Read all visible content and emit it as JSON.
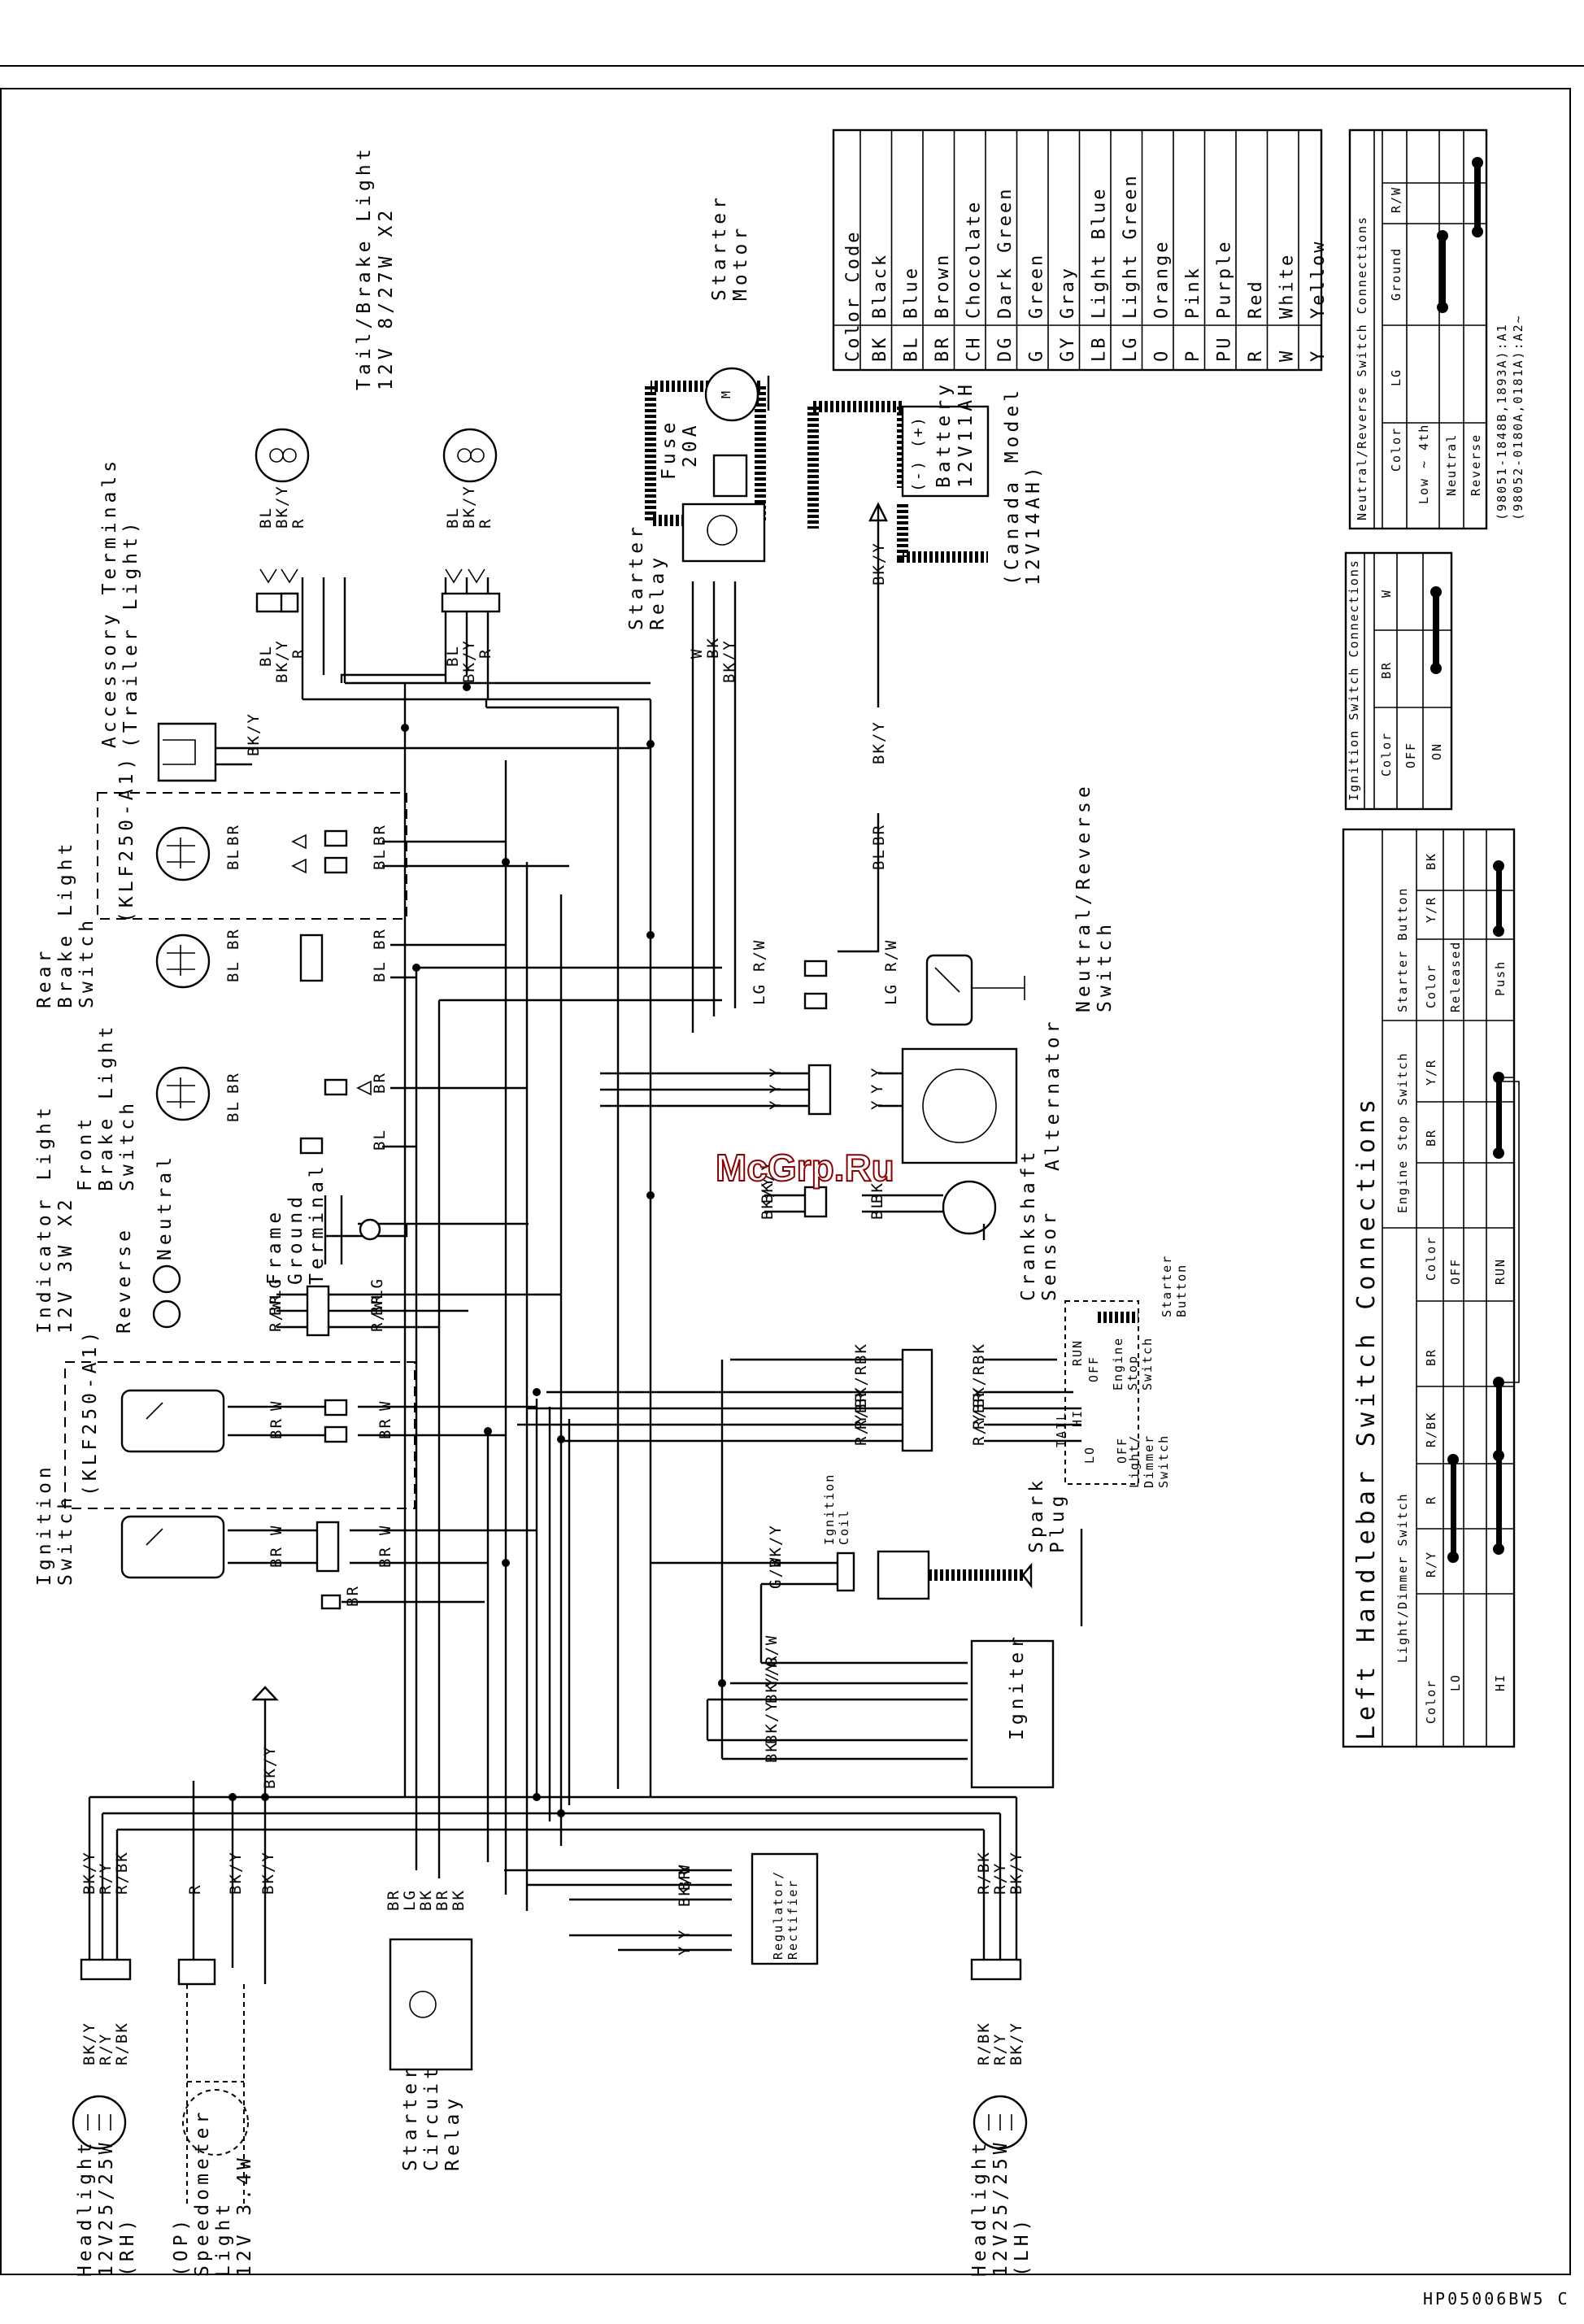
{
  "watermark": "McGrp.Ru",
  "figure_code": "HP05006BW5 C",
  "components": {
    "tail_brake_light": [
      "Tail/Brake Light",
      "12V 8/27W X2"
    ],
    "accessory_terminals": [
      "Accessory Terminals",
      "(Trailer Light)"
    ],
    "starter_relay": [
      "Starter",
      "Relay"
    ],
    "starter_motor": [
      "Starter",
      "Motor"
    ],
    "fuse": [
      "Fuse",
      "20A"
    ],
    "battery": [
      "(-)    (+)",
      "Battery",
      "12V11AH"
    ],
    "canada_model": [
      "(Canada Model",
      "12V14AH)"
    ],
    "klf_a1": "(KLF250-A1)",
    "rear_brake_light_switch": [
      "Rear",
      "Brake Light",
      "Switch"
    ],
    "front_brake_light_switch": [
      "Front",
      "Brake Light",
      "Switch"
    ],
    "indicator_light": [
      "Indicator Light",
      "12V 3W X2"
    ],
    "reverse": "Reverse",
    "neutral": "Neutral",
    "frame_ground_terminal": [
      "Frame",
      "Ground",
      "Terminal"
    ],
    "ignition_switch": [
      "Ignition",
      "Switch"
    ],
    "neutral_reverse_switch": [
      "Neutral/Reverse",
      "Switch"
    ],
    "alternator": "Alternator",
    "crankshaft_sensor": [
      "Crankshaft",
      "Sensor"
    ],
    "starter_button": [
      "Starter",
      "Button"
    ],
    "engine_stop_switch": [
      "Engine",
      "Stop",
      "Switch"
    ],
    "light_dimmer_switch": [
      "Light/",
      "Dimmer",
      "Switch"
    ],
    "ignition_coil": [
      "Ignition",
      "Coil"
    ],
    "spark_plug": [
      "Spark",
      "Plug"
    ],
    "igniter": "Igniter",
    "regulator_rectifier": [
      "Regulator/",
      "Rectifier"
    ],
    "starter_circuit_relay": [
      "Starter",
      "Circuit",
      "Relay"
    ],
    "headlight_rh": [
      "Headlight",
      "12V25/25W",
      "(RH)"
    ],
    "headlight_lh": [
      "Headlight",
      "12V25/25W",
      "(LH)"
    ],
    "speedometer_light": [
      "(OP)",
      "Speedometer",
      "Light",
      "12V 3.4W"
    ],
    "run": "RUN",
    "off": "OFF",
    "hi": "HI",
    "lo": "LO",
    "tail": "TAIL",
    "mplus": "M"
  },
  "wire_codes": {
    "BL": "BL",
    "BKY": "BK/Y",
    "R": "R",
    "W": "W",
    "BK": "BK",
    "BR": "BR",
    "RW": "R/W",
    "LG": "LG",
    "Y": "Y",
    "YR": "Y/R",
    "RBK": "R/BK",
    "RY": "R/Y",
    "GW": "G/W"
  },
  "color_code_table": {
    "title": "Color Code",
    "rows": [
      [
        "BK",
        "Black"
      ],
      [
        "BL",
        "Blue"
      ],
      [
        "BR",
        "Brown"
      ],
      [
        "CH",
        "Chocolate"
      ],
      [
        "DG",
        "Dark Green"
      ],
      [
        "G",
        "Green"
      ],
      [
        "GY",
        "Gray"
      ],
      [
        "LB",
        "Light Blue"
      ],
      [
        "LG",
        "Light Green"
      ],
      [
        "O",
        "Orange"
      ],
      [
        "P",
        "Pink"
      ],
      [
        "PU",
        "Purple"
      ],
      [
        "R",
        "Red"
      ],
      [
        "W",
        "White"
      ],
      [
        "Y",
        "Yellow"
      ]
    ]
  },
  "neutral_reverse_table": {
    "title": "Neutral/Reverse Switch Connections",
    "headers": [
      "Color",
      "LG",
      "Ground",
      "R/W"
    ],
    "rows": [
      "Low ~ 4th",
      "Neutral",
      "Reverse"
    ],
    "notes": [
      "(98051-1848B,1893A):A1",
      "(98052-0180A,0181A):A2~"
    ]
  },
  "ignition_table": {
    "title": "Ignition Switch Connections",
    "headers": [
      "Color",
      "BR",
      "W"
    ],
    "rows": [
      "OFF",
      "ON"
    ]
  },
  "left_handlebar_table": {
    "title": "Left Handlebar Switch Connections",
    "light_dimmer": {
      "title": "Light/Dimmer Switch",
      "headers": [
        "Color",
        "R/Y",
        "R",
        "R/BK",
        "BR"
      ],
      "rows": [
        "LO",
        "HI"
      ]
    },
    "engine_stop": {
      "title": "Engine Stop Switch",
      "headers": [
        "Color",
        "BR",
        "Y/R"
      ],
      "rows": [
        "OFF",
        "RUN"
      ]
    },
    "starter_button": {
      "title": "Starter Button",
      "headers": [
        "Color",
        "Y/R",
        "BK"
      ],
      "rows": [
        "Released",
        "Push"
      ]
    }
  }
}
